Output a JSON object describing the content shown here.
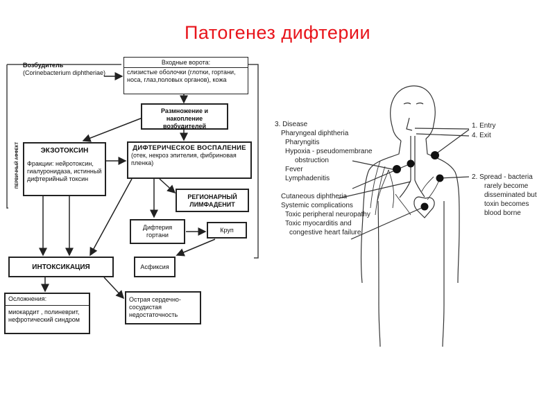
{
  "title": "Патогенез  дифтерии",
  "flowchart": {
    "side_label": "ПЕРВИЧНЫЙ АФФЕКТ",
    "agent_title": "Возбудитель",
    "agent_sub": "(Corinebacterium diphtheriae)",
    "entry_title": "Входные ворота:",
    "entry_body": "слизистые оболочки (глотки, гортани, носа, глаз,половых органов), кожа",
    "multiplication": "Размножение и накопление возбудителей",
    "exotoxin_title": "ЭКЗОТОКСИН",
    "exotoxin_body": "Фракции: нейротоксин, гиалуронидаза, истинный дифтерийный токсин",
    "inflammation_title": "ДИФТЕРИЧЕСКОЕ ВОСПАЛЕНИЕ",
    "inflammation_body": "(отек, некроз эпителия, фибриновая пленка)",
    "lymphadenitis": "РЕГИОНАРНЫЙ ЛИМФАДЕНИТ",
    "larynx": "Дифтерия гортани",
    "croup": "Круп",
    "intoxication": "ИНТОКСИКАЦИЯ",
    "asphyxia": "Асфиксия",
    "complications_title": "Осложнения:",
    "complications_body": "миокардит , полиневрит, нефротический синдром",
    "heart_failure": "Острая сердечно-сосудистая недостаточность"
  },
  "body_figure": {
    "left_labels": [
      "3. Disease",
      "Pharyngeal diphtheria",
      "Pharyngitis",
      "Hypoxia - pseudomembrane",
      "obstruction",
      "Fever",
      "Lymphadenitis",
      "Cutaneous diphtheria",
      "Systemic complications",
      "Toxic peripheral neuropathy",
      "Toxic myocarditis and",
      "congestive heart failure"
    ],
    "right_labels": [
      "1. Entry",
      "4. Exit",
      "2. Spread - bacteria",
      "rarely become",
      "disseminated but",
      "toxin becomes",
      "blood borne"
    ]
  }
}
